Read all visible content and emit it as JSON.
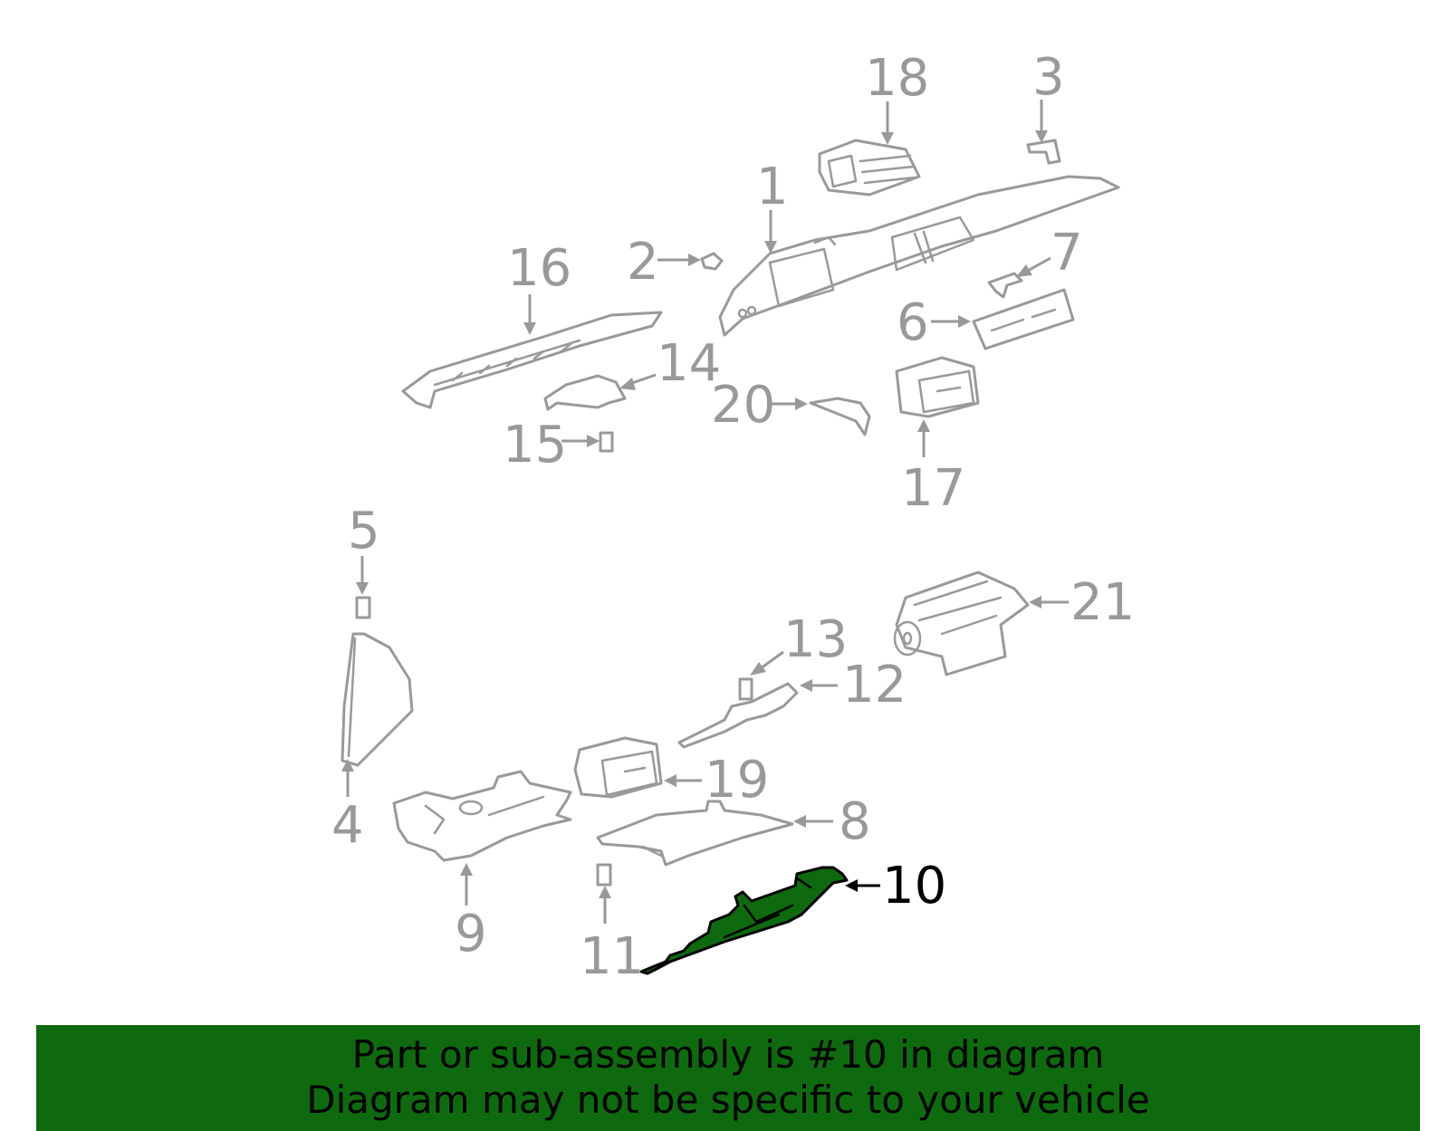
{
  "diagram": {
    "highlight_color": "#0f6a0f",
    "line_color": "#999999",
    "highlighted_part": "10",
    "callouts": {
      "p1": "1",
      "p2": "2",
      "p3": "3",
      "p4": "4",
      "p5": "5",
      "p6": "6",
      "p7": "7",
      "p8": "8",
      "p9": "9",
      "p10": "10",
      "p11": "11",
      "p12": "12",
      "p13": "13",
      "p14": "14",
      "p15": "15",
      "p16": "16",
      "p17": "17",
      "p18": "18",
      "p19": "19",
      "p20": "20",
      "p21": "21"
    }
  },
  "banner": {
    "line1": "Part or sub-assembly is #10 in diagram",
    "line2": "Diagram may not be specific to your vehicle",
    "background": "#0f6a0f"
  }
}
